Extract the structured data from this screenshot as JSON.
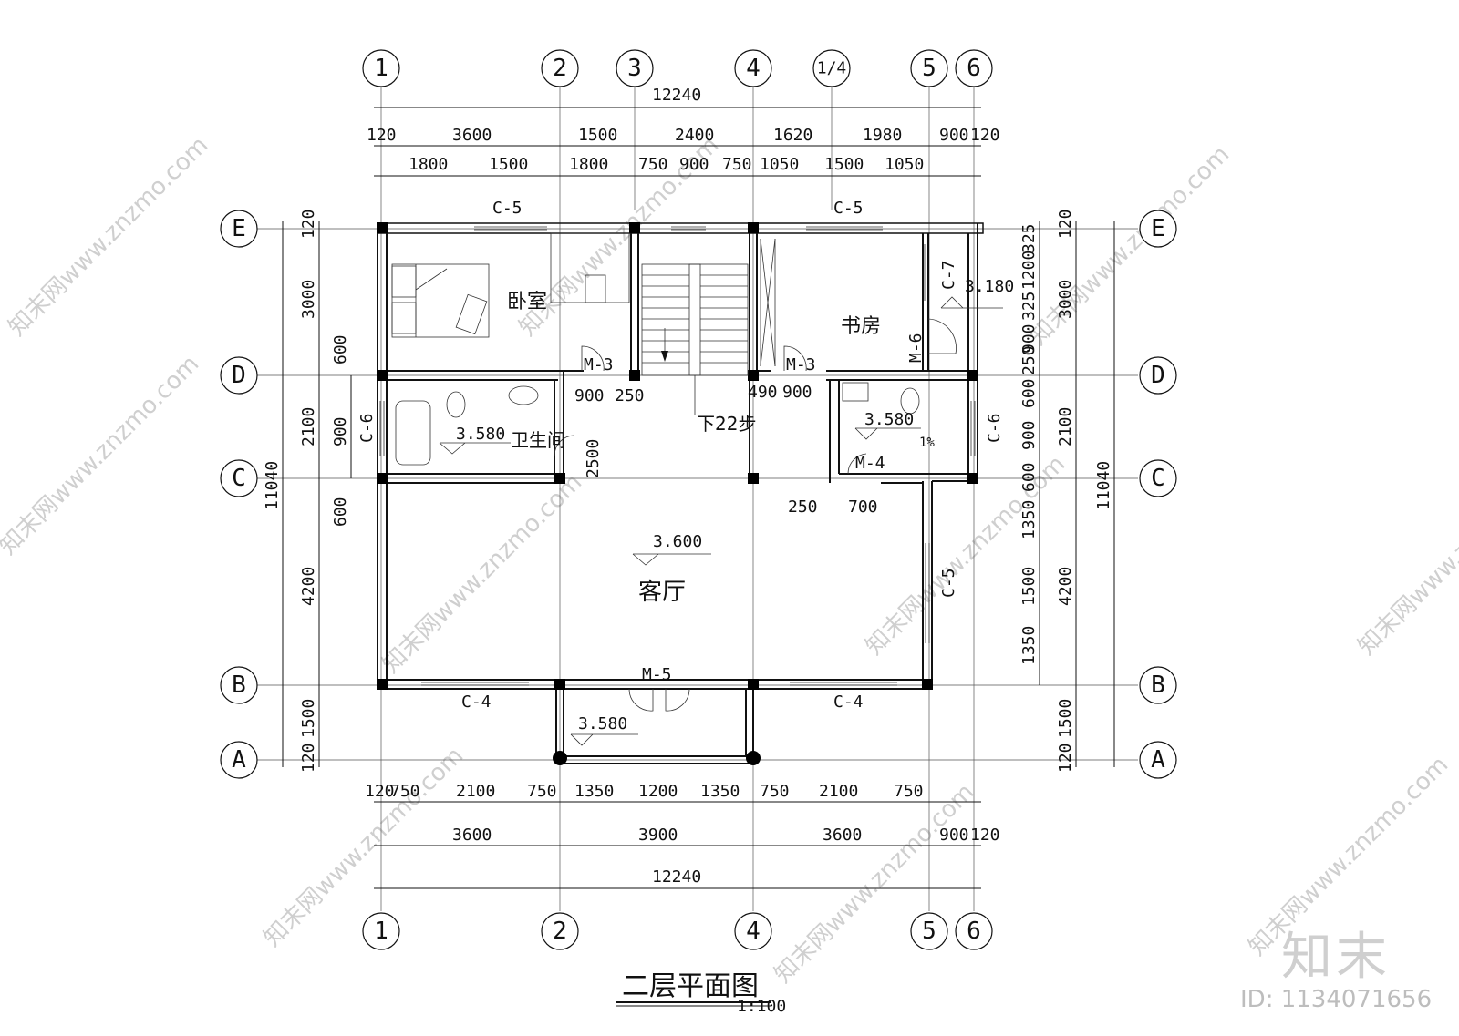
{
  "title": "二层平面图",
  "scale": "1:100",
  "brand": "知末",
  "image_id": "ID: 1134071656",
  "watermark": "知末网www.znzmo.com",
  "axes": {
    "columns": [
      "1",
      "2",
      "3",
      "4",
      "1/4",
      "5",
      "6"
    ],
    "rows": [
      "E",
      "D",
      "C",
      "B",
      "A"
    ]
  },
  "rooms": {
    "bedroom": "卧室",
    "study": "书房",
    "bath": "卫生间",
    "living": "客厅",
    "stairs": "下22步"
  },
  "elevations": {
    "living": "3.600",
    "bath_left": "3.580",
    "bath_right": "3.580",
    "balcony": "3.580",
    "study_door": "3.180"
  },
  "doors": {
    "m3_a": "M-3",
    "m3_b": "M-3",
    "m4": "M-4",
    "m5": "M-5",
    "m6": "M-6"
  },
  "windows": {
    "c5_top_left": "C-5",
    "c5_top_right": "C-5",
    "c4_left": "C-4",
    "c4_right": "C-4",
    "c5_right": "C-5",
    "c6_left": "C-6",
    "c6_right": "C-6",
    "c7": "C-7"
  },
  "slope": "1%",
  "top_dims": {
    "total": "12240",
    "row2": [
      "120",
      "3600",
      "1500",
      "2400",
      "1620",
      "1980",
      "900",
      "120"
    ],
    "row3": [
      "1800",
      "1500",
      "1800",
      "750",
      "900",
      "750",
      "1050",
      "1500",
      "1050"
    ]
  },
  "bottom_dims": {
    "row1": [
      "120",
      "750",
      "2100",
      "750",
      "1350",
      "1200",
      "1350",
      "750",
      "2100",
      "750"
    ],
    "row2": [
      "3600",
      "3900",
      "3600",
      "900",
      "120"
    ],
    "total": "12240"
  },
  "left_dims": {
    "outer": "11040",
    "mid": [
      "120",
      "3000",
      "2100",
      "4200",
      "1500",
      "120"
    ],
    "inner": [
      "600",
      "900",
      "600"
    ]
  },
  "right_dims": {
    "outer": "11040",
    "mid": [
      "120",
      "3000",
      "2100",
      "4200",
      "1500",
      "120"
    ],
    "inner": [
      "325",
      "1200",
      "325",
      "900",
      "250",
      "600",
      "900",
      "600",
      "1350",
      "1500",
      "1350"
    ]
  },
  "interior_dims": [
    "900",
    "250",
    "490",
    "900",
    "2500",
    "250",
    "700"
  ]
}
